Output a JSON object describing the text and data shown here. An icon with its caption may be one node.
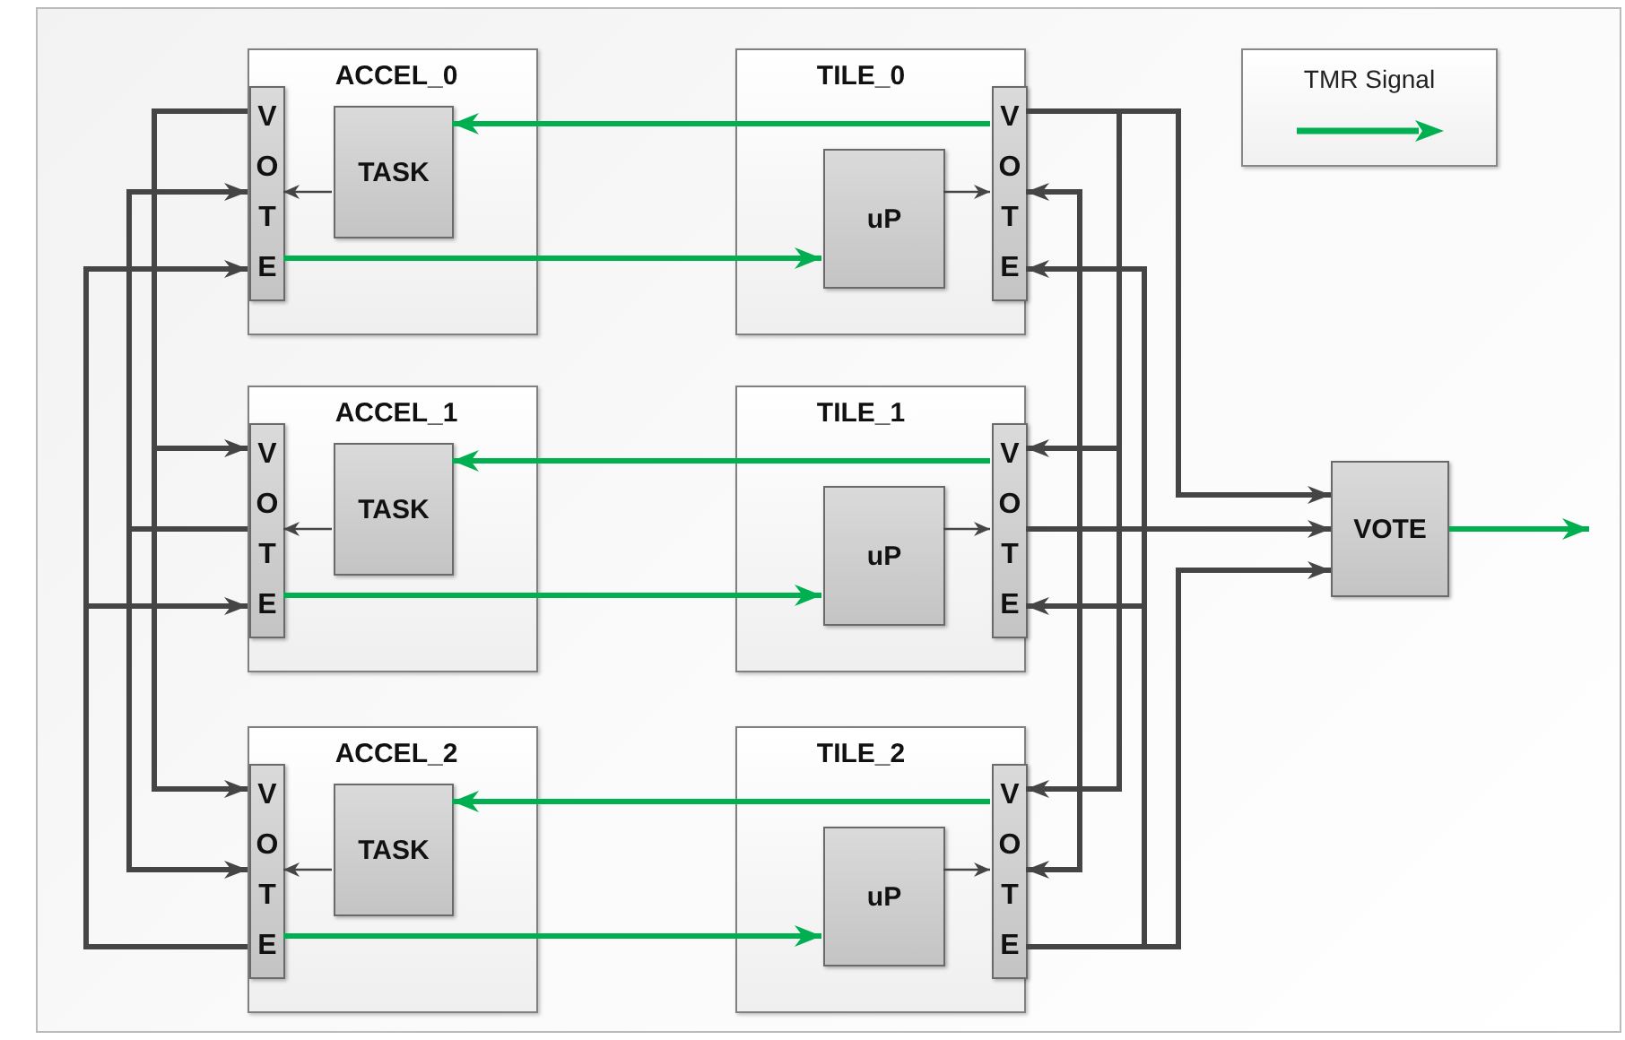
{
  "diagram": {
    "nodes": [
      {
        "text": [
          "ACCEL_0"
        ]
      },
      {
        "text": [
          "VOTE"
        ],
        "in": 0
      },
      {
        "text": [
          "TASK"
        ],
        "in": 0
      },
      {
        "text": [
          "TILE_0"
        ]
      },
      {
        "text": [
          "uP"
        ],
        "in": 3
      },
      {
        "text": [
          "VOTE"
        ],
        "in": 3
      },
      {
        "text": [
          "ACCEL_1"
        ]
      },
      {
        "text": [
          "VOTE"
        ],
        "in": 6
      },
      {
        "text": [
          "TASK"
        ],
        "in": 6
      },
      {
        "text": [
          "TILE_1"
        ]
      },
      {
        "text": [
          "uP"
        ],
        "in": 9
      },
      {
        "text": [
          "VOTE"
        ],
        "in": 9
      },
      {
        "text": [
          "ACCEL_2"
        ]
      },
      {
        "text": [
          "VOTE"
        ],
        "in": 12
      },
      {
        "text": [
          "TASK"
        ],
        "in": 12
      },
      {
        "text": [
          "TILE_2"
        ]
      },
      {
        "text": [
          "uP"
        ],
        "in": 15
      },
      {
        "text": [
          "VOTE"
        ],
        "in": 15
      },
      {
        "text": [
          "VOTE"
        ]
      }
    ],
    "edges": [
      {
        "from": 2,
        "to": 1,
        "arrow": "to"
      },
      {
        "from": 4,
        "to": 5,
        "arrow": "to"
      },
      {
        "from": 5,
        "to": 2,
        "arrow": "to",
        "color": "#00b050"
      },
      {
        "from": 1,
        "to": 4,
        "arrow": "to",
        "color": "#00b050"
      },
      {
        "from": 8,
        "to": 7,
        "arrow": "to"
      },
      {
        "from": 10,
        "to": 11,
        "arrow": "to"
      },
      {
        "from": 11,
        "to": 8,
        "arrow": "to",
        "color": "#00b050"
      },
      {
        "from": 7,
        "to": 10,
        "arrow": "to",
        "color": "#00b050"
      },
      {
        "from": 14,
        "to": 13,
        "arrow": "to"
      },
      {
        "from": 16,
        "to": 17,
        "arrow": "to"
      },
      {
        "from": 17,
        "to": 14,
        "arrow": "to",
        "color": "#00b050"
      },
      {
        "from": 13,
        "to": 16,
        "arrow": "to",
        "color": "#00b050"
      },
      {
        "from": 1,
        "to": 7,
        "arrow": "to"
      },
      {
        "from": 1,
        "to": 13,
        "arrow": "to"
      },
      {
        "from": 7,
        "to": 1,
        "arrow": "to"
      },
      {
        "from": 7,
        "to": 13,
        "arrow": "to"
      },
      {
        "from": 13,
        "to": 1,
        "arrow": "to"
      },
      {
        "from": 13,
        "to": 7,
        "arrow": "to"
      },
      {
        "from": 5,
        "to": 11,
        "arrow": "to"
      },
      {
        "from": 5,
        "to": 17,
        "arrow": "to"
      },
      {
        "from": 5,
        "to": 18,
        "arrow": "to"
      },
      {
        "from": 11,
        "to": 5,
        "arrow": "to"
      },
      {
        "from": 11,
        "to": 17,
        "arrow": "to"
      },
      {
        "from": 11,
        "to": 18,
        "arrow": "to"
      },
      {
        "from": 17,
        "to": 5,
        "arrow": "to"
      },
      {
        "from": 17,
        "to": 11,
        "arrow": "to"
      },
      {
        "from": 17,
        "to": 18,
        "arrow": "to"
      },
      {
        "from": 18,
        "to": null,
        "arrow": "to",
        "color": "#00b050"
      }
    ],
    "legend": [
      {
        "text": "TMR Signal"
      }
    ]
  }
}
